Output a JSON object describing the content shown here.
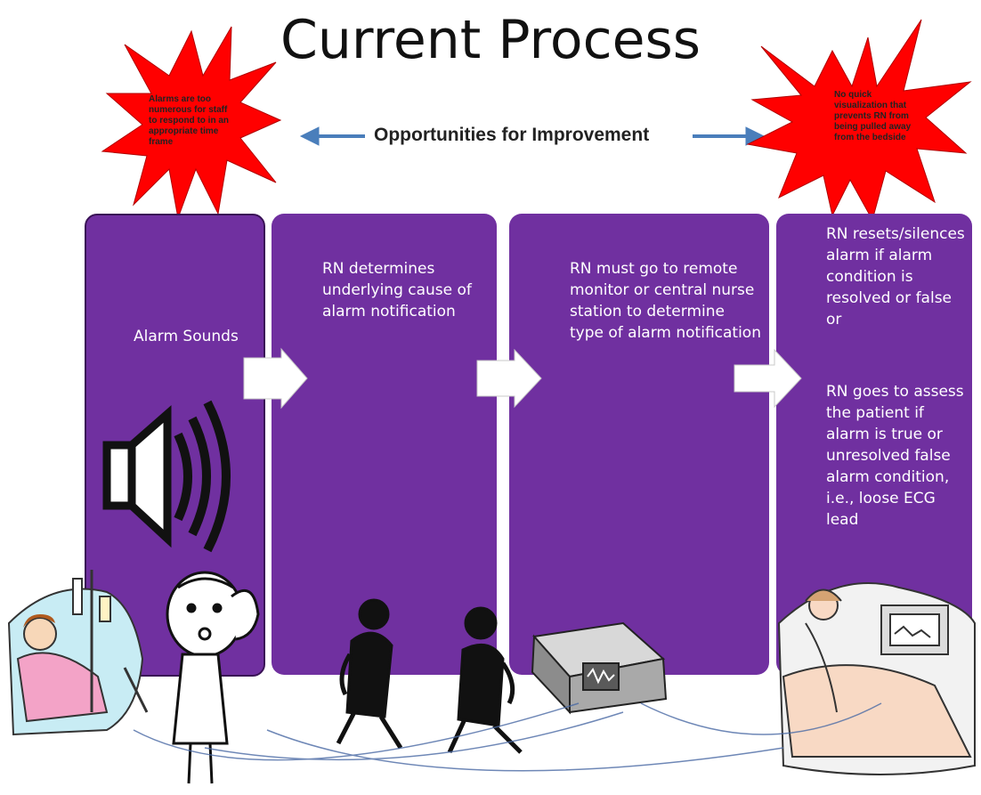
{
  "title": "Current Process",
  "opportunities_label": "Opportunities for Improvement",
  "callouts": [
    {
      "text": "Alarms are too numerous for staff to respond to in an appropriate time frame"
    },
    {
      "text": "No quick visualization that prevents RN from being pulled away from the bedside"
    }
  ],
  "steps": [
    {
      "text": "Alarm Sounds"
    },
    {
      "text": "RN determines underlying cause of alarm notification"
    },
    {
      "text": "RN must go to remote monitor or central nurse station to determine type of alarm notification"
    },
    {
      "text_a": "RN resets/silences alarm if alarm condition is resolved or false or",
      "text_b": "RN goes to assess the patient if alarm is true or unresolved false alarm condition, i.e., loose ECG lead"
    }
  ],
  "colors": {
    "box": "#7030a0",
    "star": "#ff0000",
    "arrow": "#4a7ebb"
  },
  "icons": [
    "speaker-icon",
    "patient-in-bed-icon",
    "nurse-icon",
    "walking-figure-icon",
    "monitor-icon",
    "bedside-patient-icon"
  ]
}
